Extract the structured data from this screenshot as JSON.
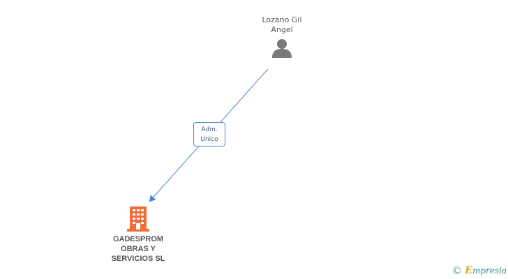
{
  "person": {
    "name_line1": "Lozano Gil",
    "name_line2": "Angel",
    "icon": "person-icon"
  },
  "relation": {
    "line1": "Adm.",
    "line2": "Unico"
  },
  "company": {
    "name_line1": "GADESPROM",
    "name_line2": "OBRAS Y",
    "name_line3": "SERVICIOS SL",
    "icon": "building-icon"
  },
  "brand": {
    "copyright_symbol": "©",
    "logo_initial": "E",
    "logo_rest": "mpresia"
  },
  "colors": {
    "edge": "#4a86c8",
    "company_icon": "#f26b3a",
    "person_icon": "#7a7a7a",
    "text": "#555555",
    "brand_teal": "#3c8a87",
    "brand_orange": "#e3a528"
  }
}
